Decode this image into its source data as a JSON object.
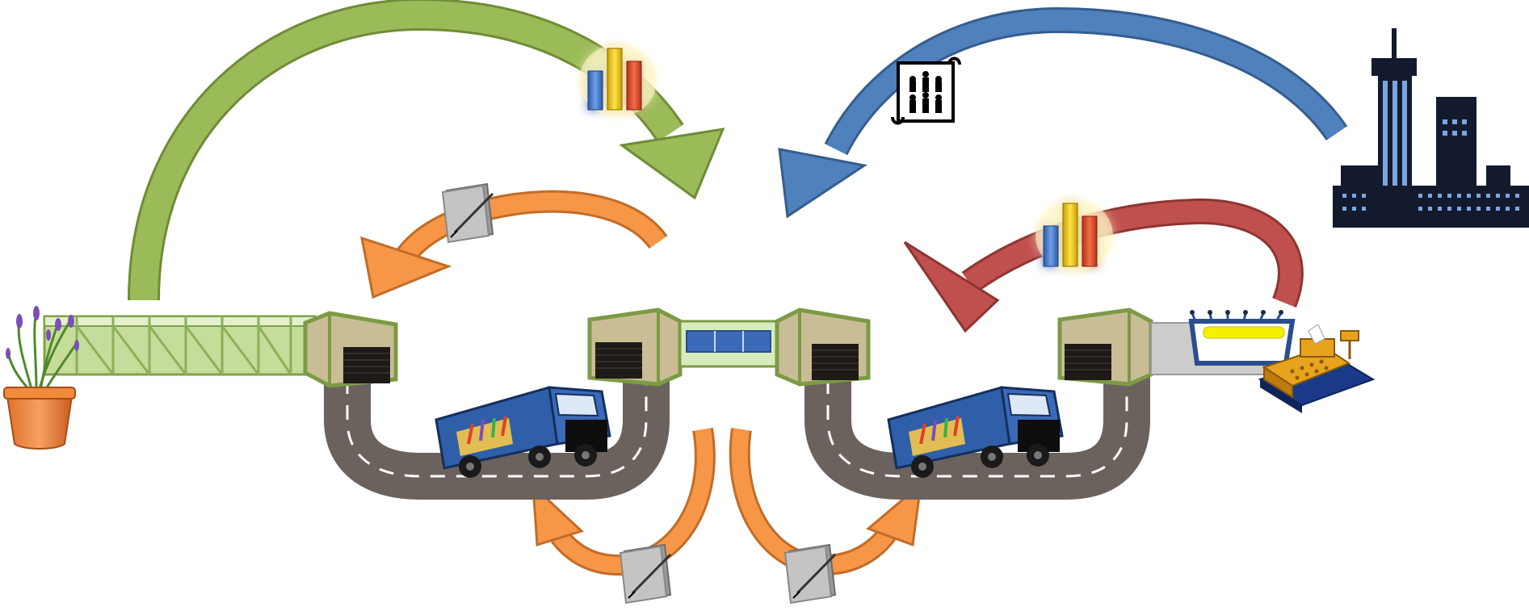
{
  "diagram": {
    "type": "supply-chain-flow",
    "nodes": [
      {
        "id": "grower",
        "icon": "potted-plant-icon"
      },
      {
        "id": "greenhouse",
        "icon": "greenhouse-icon"
      },
      {
        "id": "distribution-center-1",
        "icon": "warehouse-icon"
      },
      {
        "id": "distribution-center-2",
        "icon": "warehouse-icon"
      },
      {
        "id": "distribution-center-3",
        "icon": "warehouse-icon"
      },
      {
        "id": "distribution-center-4",
        "icon": "warehouse-icon"
      },
      {
        "id": "retail-store",
        "icon": "store-icon"
      },
      {
        "id": "cash-register",
        "icon": "cash-register-icon"
      },
      {
        "id": "headquarters",
        "icon": "office-building-icon"
      },
      {
        "id": "truck-1",
        "icon": "delivery-truck-icon"
      },
      {
        "id": "truck-2",
        "icon": "delivery-truck-icon"
      }
    ],
    "flows": [
      {
        "name": "grower-to-center",
        "color": "#9bbb59",
        "icon": "bar-chart-icon"
      },
      {
        "name": "hq-to-center",
        "color": "#4f81bd",
        "icon": "strategy-chess-icon"
      },
      {
        "name": "store-to-center",
        "color": "#c0504d",
        "icon": "bar-chart-icon"
      },
      {
        "name": "center-to-dc-left",
        "color": "#f79646",
        "icon": "document-pen-icon"
      },
      {
        "name": "center-to-dc-bottom-left",
        "color": "#f79646",
        "icon": "document-pen-icon"
      },
      {
        "name": "center-to-dc-bottom-right",
        "color": "#f79646",
        "icon": "document-pen-icon"
      }
    ],
    "colors": {
      "green": "#9bbb59",
      "blue": "#4f81bd",
      "red": "#c0504d",
      "orange": "#f79646",
      "road": "#6b625e",
      "warehouse": "#c9bd96",
      "building": "#141a2e"
    }
  }
}
